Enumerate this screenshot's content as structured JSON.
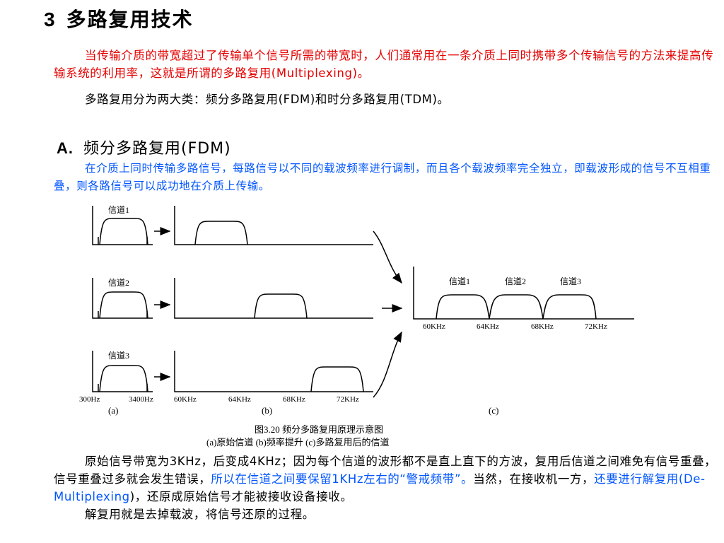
{
  "title": {
    "number": "3",
    "text": "多路复用技术"
  },
  "intro": {
    "para1": "当传输介质的带宽超过了传输单个信号所需的带宽时，人们通常用在一条介质上同时携带多个传输信号的方法来提高传输系统的利用率，这就是所谓的多路复用(Multiplexing)。",
    "para2": "多路复用分为两大类：频分多路复用(FDM)和时分多路复用(TDM)。"
  },
  "section_a": {
    "label": "A.",
    "title": "频分多路复用(FDM)",
    "desc": "在介质上同时传输多路信号，每路信号以不同的载波频率进行调制，而且各个载波频率完全独立，即载波形成的信号不互相重叠，则各路信号可以成功地在介质上传输。"
  },
  "figure": {
    "channels": [
      "信道1",
      "信道2",
      "信道3"
    ],
    "orig_freqs": [
      "300Hz",
      "3400Hz"
    ],
    "shift_freqs": [
      "60KHz",
      "64KHz",
      "68KHz",
      "72KHz"
    ],
    "sub_a": "(a)",
    "sub_b": "(b)",
    "sub_c": "(c)",
    "caption_line1": "图3.20  频分多路复用原理示意图",
    "caption_line2": "(a)原始信道  (b)频率提升  (c)多路复用后的信道"
  },
  "body": {
    "p4_seg1": "原始信号带宽为3KHz，后变成4KHz；因为每个信道的波形都不是直上直下的方波，复用后信道之间难免有信号重叠，信号重叠过多就会发生错误，",
    "p4_seg2": "所以在信道之间要保留1KHz左右的“警戒频带”。",
    "p4_seg3": "当然，在接收机一方，",
    "p4_seg4": "还要进行解复用(De-Multiplexing",
    "p4_seg5": ")，还原成原始信号才能被接收设备接收。",
    "p5": "解复用就是去掉载波，将信号还原的过程。"
  },
  "colors": {
    "red": "#e60000",
    "blue": "#0055ff"
  }
}
